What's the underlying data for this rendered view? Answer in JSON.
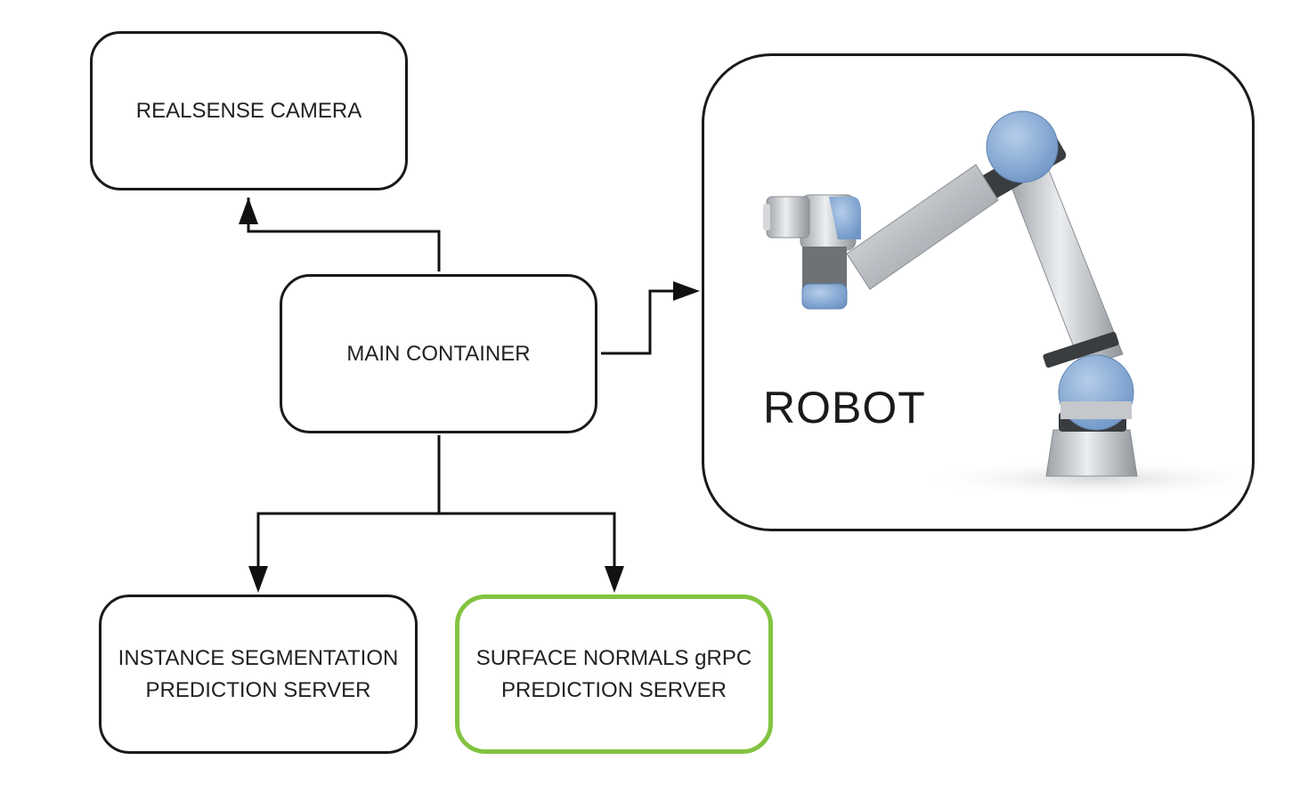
{
  "nodes": {
    "camera": {
      "label": "REALSENSE CAMERA"
    },
    "main": {
      "label": "MAIN CONTAINER"
    },
    "instance": {
      "label_line1": "INSTANCE SEGMENTATION",
      "label_line2": "PREDICTION SERVER"
    },
    "normals": {
      "label_line1": "SURFACE NORMALS gRPC",
      "label_line2": "PREDICTION SERVER"
    },
    "robot": {
      "label": "ROBOT"
    }
  },
  "edges": [
    {
      "from": "main",
      "to": "camera"
    },
    {
      "from": "main",
      "to": "robot"
    },
    {
      "from": "main",
      "to": "instance"
    },
    {
      "from": "main",
      "to": "normals"
    }
  ],
  "colors": {
    "stroke": "#1a1a1a",
    "highlight_border": "#82c341",
    "robot_joint_blue": "#8fb3dd",
    "robot_body_gray": "#c9ccd0"
  },
  "icons": {
    "robot": "robotic-arm-illustration"
  }
}
